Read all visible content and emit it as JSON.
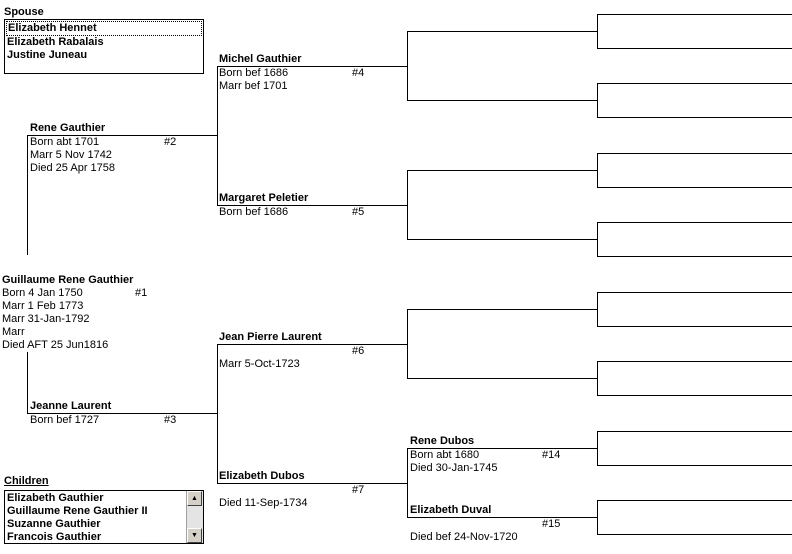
{
  "spouse": {
    "title": "Spouse",
    "items": [
      "Elizabeth Hennet",
      "Elizabeth Rabalais",
      "Justine Juneau"
    ]
  },
  "children": {
    "title": "Children",
    "items": [
      "Elizabeth Gauthier",
      "Guillaume Rene Gauthier II",
      "Suzanne Gauthier",
      "Francois Gauthier"
    ],
    "scroll_up": "▲",
    "scroll_down": "▼"
  },
  "persons": {
    "p1": {
      "name": "Guillaume Rene Gauthier",
      "num": "#1",
      "lines": [
        "Born  4 Jan 1750",
        "Marr  1 Feb 1773",
        "Marr 31-Jan-1792",
        "Marr",
        "Died AFT 25 Jun1816"
      ]
    },
    "p2": {
      "name": "Rene Gauthier",
      "num": "#2",
      "lines": [
        "Born abt 1701",
        "Marr  5 Nov 1742",
        "Died 25 Apr 1758"
      ]
    },
    "p3": {
      "name": "Jeanne Laurent",
      "num": "#3",
      "lines": [
        "Born bef 1727"
      ]
    },
    "p4": {
      "name": "Michel Gauthier",
      "num": "#4",
      "lines": [
        "Born bef 1686",
        "Marr bef 1701"
      ]
    },
    "p5": {
      "name": "Margaret Peletier",
      "num": "#5",
      "lines": [
        "Born bef 1686"
      ]
    },
    "p6": {
      "name": "Jean Pierre Laurent",
      "num": "#6",
      "lines": [
        "Marr  5-Oct-1723"
      ]
    },
    "p7": {
      "name": "Elizabeth Dubos",
      "num": "#7",
      "lines": [
        "Died 11-Sep-1734"
      ]
    },
    "p14": {
      "name": "Rene Dubos",
      "num": "#14",
      "lines": [
        "Born abt 1680",
        "Died 30-Jan-1745"
      ]
    },
    "p15": {
      "name": "Elizabeth Duval",
      "num": "#15",
      "lines": [
        "Died bef 24-Nov-1720"
      ]
    }
  }
}
